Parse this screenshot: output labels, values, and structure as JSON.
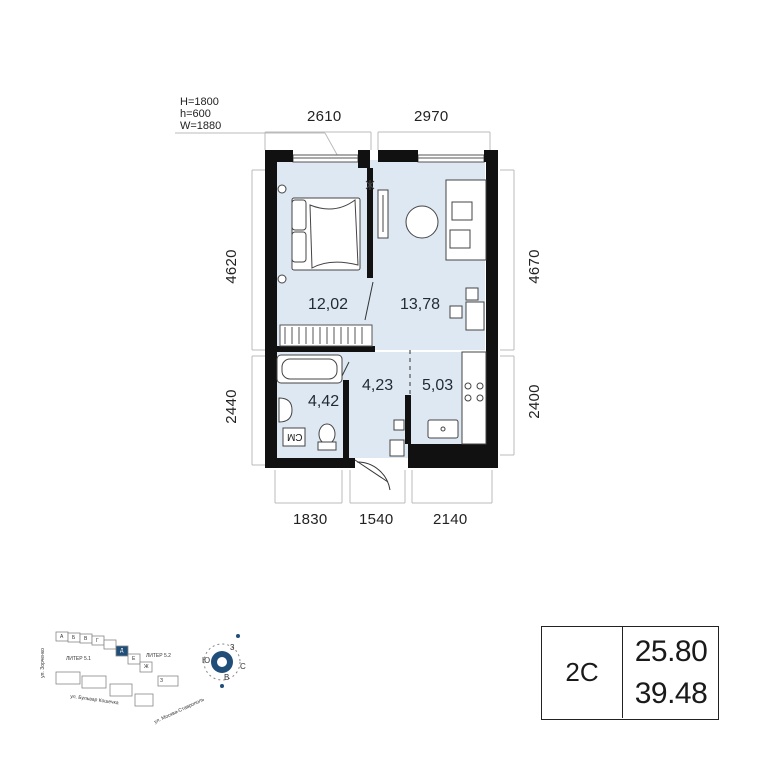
{
  "window_spec": {
    "height": "H=1800",
    "sill": "h=600",
    "width": "W=1880"
  },
  "dimensions": {
    "top_left": "2610",
    "top_right": "2970",
    "left_upper": "4620",
    "left_lower": "2440",
    "right_upper": "4670",
    "right_lower": "2400",
    "bottom_left": "1830",
    "bottom_mid": "1540",
    "bottom_right": "2140"
  },
  "rooms": {
    "bedroom": "12,02",
    "living": "13,78",
    "bathroom": "4,42",
    "hall": "4,23",
    "kitchen": "5,03"
  },
  "bathroom_label": "СМ",
  "apartment": {
    "type": "2С",
    "area_1": "25.80",
    "area_2": "39.48"
  },
  "site_plan": {
    "block_1": "ЛИТЕР 5.1",
    "block_2": "ЛИТЕР 5.2",
    "letters": [
      "А",
      "Б",
      "В",
      "Г",
      "Д",
      "Е",
      "Ж",
      "З"
    ],
    "street_left": "ул. Зорченко",
    "street_bottom_left": "ул. Бульвар Кошечка",
    "street_bottom_right": "ул. Москва-Ставрополь"
  },
  "compass": {
    "n": "3",
    "w": "Ю",
    "e": "С",
    "s": "В"
  },
  "colors": {
    "wall": "#111111",
    "floor": "#dde8f2",
    "accent": "#1f4e79"
  }
}
